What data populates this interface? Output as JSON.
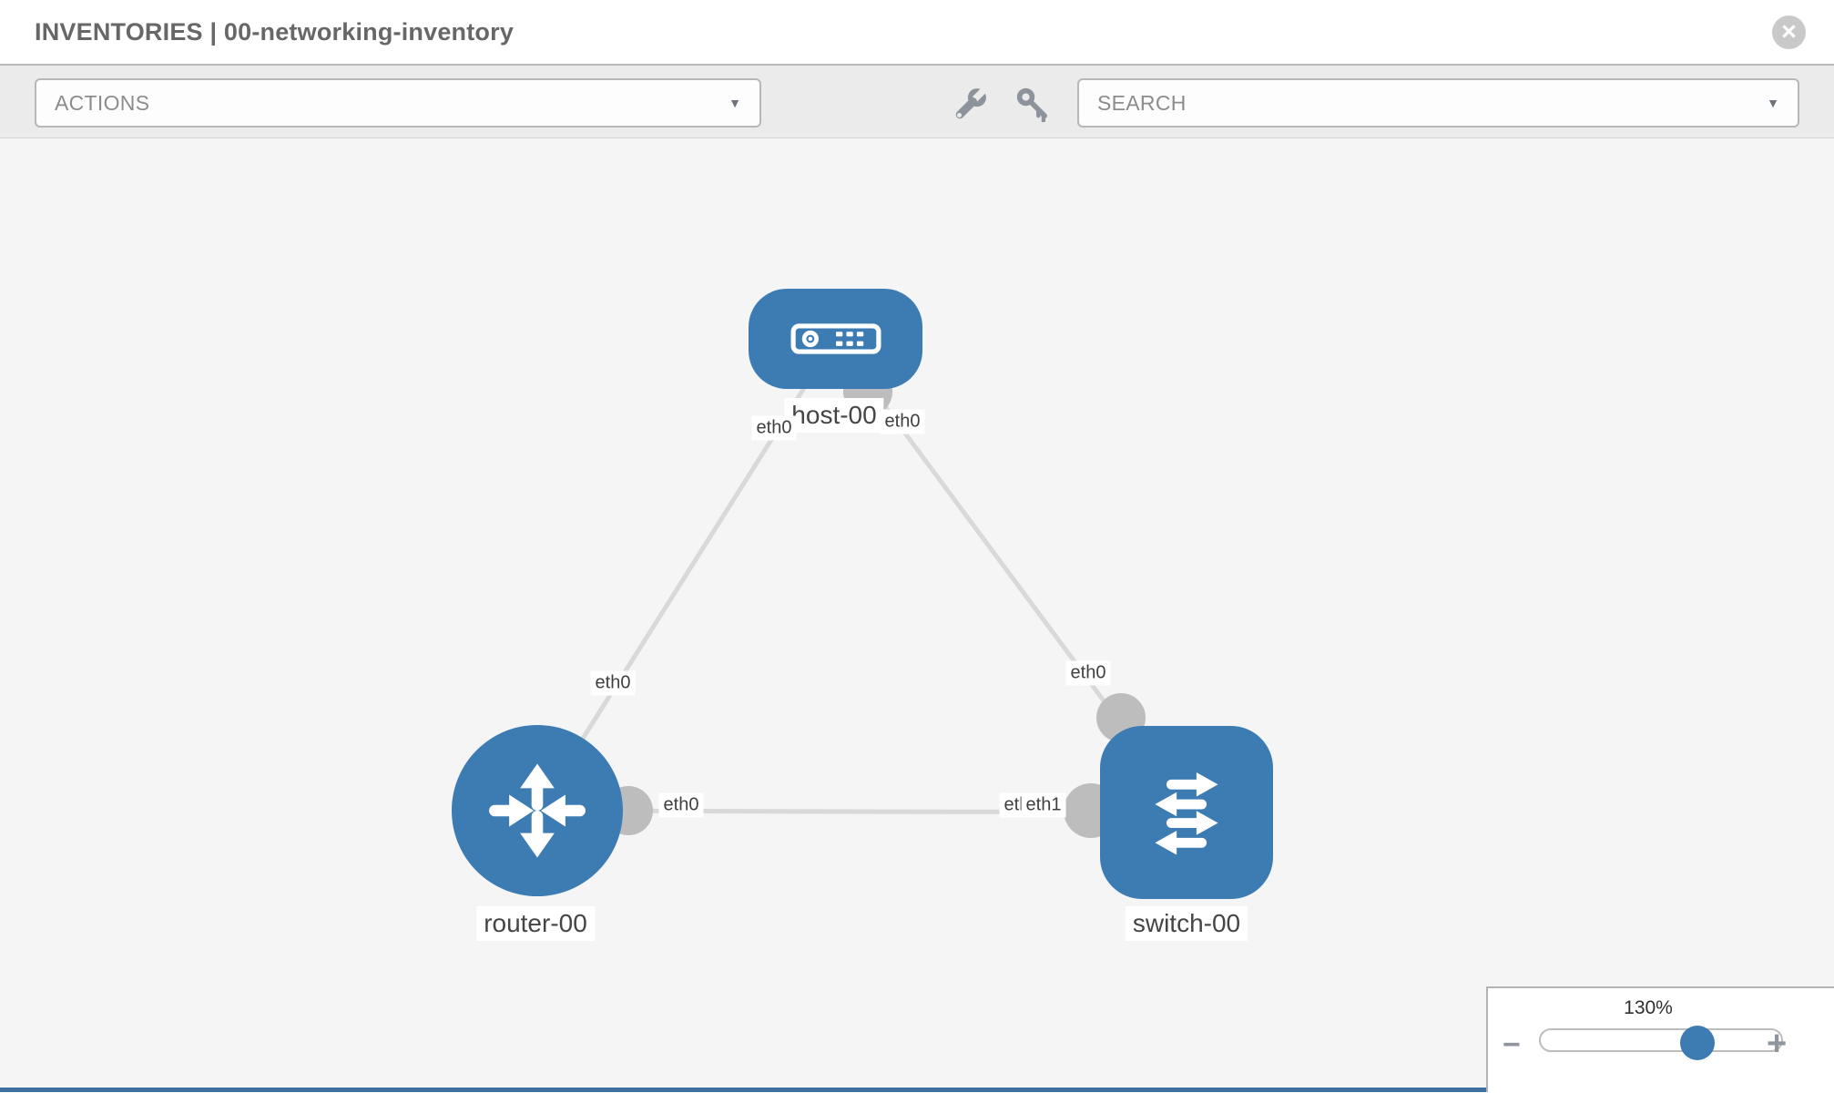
{
  "header": {
    "title": "INVENTORIES | 00-networking-inventory",
    "close_icon": "times-circle-icon",
    "close_glyph": "×"
  },
  "toolbar": {
    "actions_label": "ACTIONS",
    "search_label": "SEARCH",
    "caret_glyph": "▼",
    "icons": [
      {
        "name": "wrench-icon"
      },
      {
        "name": "key-icon"
      }
    ]
  },
  "topology": {
    "nodes": [
      {
        "id": "host-00",
        "type": "host",
        "label": "host-00"
      },
      {
        "id": "router-00",
        "type": "router",
        "label": "router-00"
      },
      {
        "id": "switch-00",
        "type": "switch",
        "label": "switch-00"
      }
    ],
    "links": [
      {
        "from": "host-00",
        "to": "router-00"
      },
      {
        "from": "host-00",
        "to": "switch-00"
      },
      {
        "from": "router-00",
        "to": "switch-00"
      }
    ],
    "interface_labels": [
      {
        "text": "eth0",
        "node": "host-00",
        "side": "left"
      },
      {
        "text": "eth0",
        "node": "host-00",
        "side": "right"
      },
      {
        "text": "eth0",
        "node": "router-00",
        "side": "top"
      },
      {
        "text": "eth0",
        "node": "router-00",
        "side": "right"
      },
      {
        "text": "eth0",
        "node": "switch-00",
        "side": "top"
      },
      {
        "text": "eth1",
        "node": "switch-00",
        "side": "left-back"
      },
      {
        "text": "eth1",
        "node": "switch-00",
        "side": "left-front"
      }
    ]
  },
  "zoom_control": {
    "value": "130%",
    "minus_glyph": "−",
    "plus_glyph": "+",
    "handle_percent": 66
  },
  "colors": {
    "node_blue": "#3d7cb3",
    "link_gray": "#d9d9d9",
    "port_gray": "#bdbdbd",
    "toolbar_bg": "#ebebeb",
    "canvas_bg": "#f5f5f6",
    "footer_blue": "#3f70a2"
  }
}
